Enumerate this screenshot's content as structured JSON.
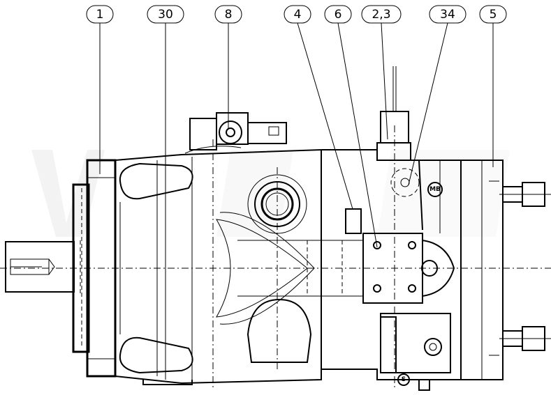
{
  "drawing": {
    "callouts": [
      {
        "label": "1"
      },
      {
        "label": "30"
      },
      {
        "label": "8"
      },
      {
        "label": "4"
      },
      {
        "label": "6"
      },
      {
        "label": "2,3"
      },
      {
        "label": "34"
      },
      {
        "label": "5"
      }
    ],
    "port_labels": {
      "mb": "MB",
      "s": "S"
    },
    "colors": {
      "line": "#000000",
      "background": "#ffffff",
      "watermark": "#f2f2f2"
    }
  }
}
